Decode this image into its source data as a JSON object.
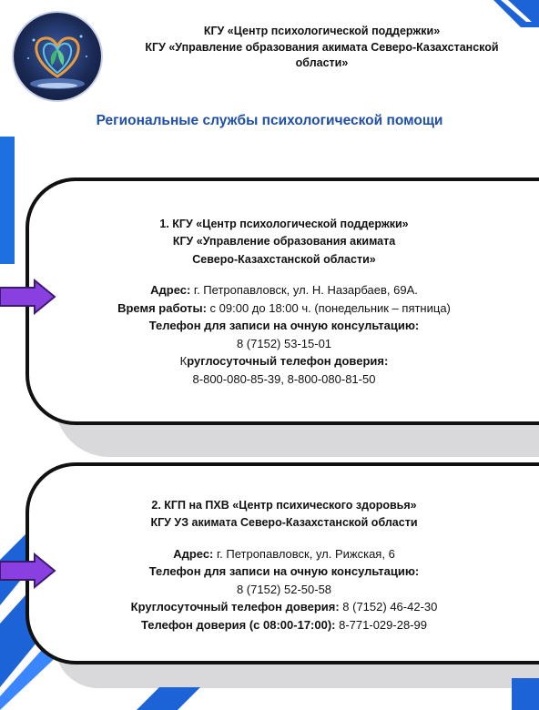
{
  "header": {
    "line1": "КГУ «Центр психологической поддержки»",
    "line2": "КГУ «Управление образования акимата Северо-Казахстанской",
    "line3": "области»"
  },
  "section_title": "Региональные службы психологической помощи",
  "card1": {
    "title1": "1. КГУ «Центр психологической поддержки»",
    "title2": "КГУ «Управление образования акимата",
    "title3": "Северо-Казахстанской области»",
    "address_label": "Адрес:",
    "address_value": " г. Петропавловск, ул. Н. Назарбаев, 69А.",
    "hours_label": "Время работы:",
    "hours_value": " с 09:00 до 18:00 ч.  (понедельник – пятница)",
    "phone_label": "Телефон для записи на очную консультацию:",
    "phone_value": "8 (7152) 53-15-01",
    "hotline_prefix": "К",
    "hotline_label": "руглосуточный телефон доверия:",
    "hotline_value": "8-800-080-85-39, 8-800-080-81-50"
  },
  "card2": {
    "title1": "2. КГП на ПХВ «Центр психического здоровья»",
    "title2": "КГУ УЗ акимата Северо-Казахстанской области",
    "address_label": "Адрес:",
    "address_value": " г. Петропавловск, ул. Рижская, 6",
    "phone_label": "Телефон для записи на очную консультацию:",
    "phone_value": "8 (7152) 52-50-58",
    "hotline_label": "Круглосуточный телефон доверия:",
    "hotline_value": " 8 (7152) 46-42-30",
    "trust_label": "Телефон доверия (с 08:00-17:00):",
    "trust_value": " 8-771-029-28-99"
  },
  "colors": {
    "accent_blue": "#1f4fa8",
    "arrow_purple": "#8a3fe0"
  }
}
